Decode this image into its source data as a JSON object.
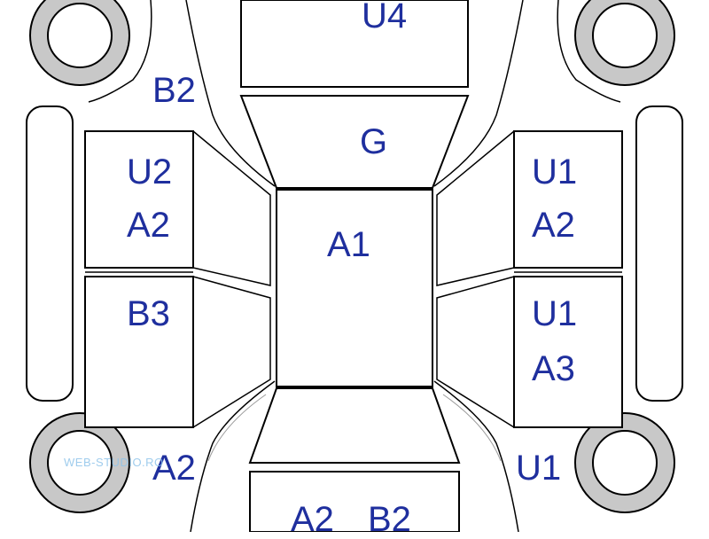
{
  "labels": {
    "rear_top": "U4",
    "left_rear_quarter": "B2",
    "roof": "G",
    "left_rear_door_1": "U2",
    "left_rear_door_2": "A2",
    "center": "A1",
    "right_rear_door_1": "U1",
    "right_rear_door_2": "A2",
    "left_front_door": "B3",
    "right_front_door_1": "U1",
    "right_front_door_2": "A3",
    "left_front_fender": "A2",
    "right_front_fender": "U1",
    "front_bottom_1": "A2",
    "front_bottom_2": "B2"
  },
  "watermark": "WEB-STUDIO.RO",
  "colors": {
    "label": "#1f2f9e",
    "tire": "#c8c8c8",
    "outline": "#000000"
  }
}
